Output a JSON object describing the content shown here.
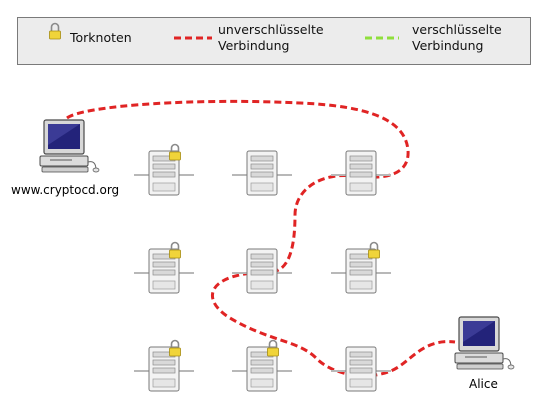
{
  "legend": {
    "tor_node": "Torknoten",
    "unencrypted_line1": "unverschlüsselte",
    "unencrypted_line2": "Verbindung",
    "encrypted_line1": "verschlüsselte",
    "encrypted_line2": "Verbindung"
  },
  "nodes": {
    "server_label": "www.cryptocd.org",
    "client_label": "Alice"
  },
  "colors": {
    "unencrypted": "#e02424",
    "encrypted": "#8fdf3c",
    "legend_bg": "#ececec",
    "lock": "#f0d43a"
  },
  "icons": [
    "padlock-icon",
    "server-icon",
    "computer-icon"
  ]
}
